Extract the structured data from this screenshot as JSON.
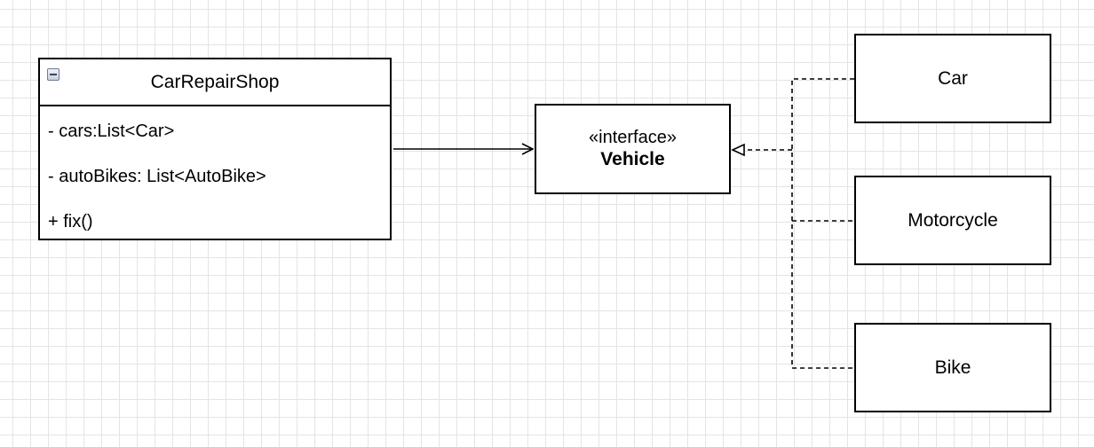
{
  "diagram": {
    "class": {
      "name": "CarRepairShop",
      "members": [
        "- cars:List<Car>",
        "- autoBikes: List<AutoBike>",
        "+ fix()"
      ]
    },
    "interface": {
      "stereotype": "«interface»",
      "name": "Vehicle"
    },
    "implementations": [
      "Car",
      "Motorcycle",
      "Bike"
    ],
    "relations": [
      {
        "from": "CarRepairShop",
        "to": "Vehicle",
        "type": "association"
      },
      {
        "from": "Car",
        "to": "Vehicle",
        "type": "realization"
      },
      {
        "from": "Motorcycle",
        "to": "Vehicle",
        "type": "realization"
      },
      {
        "from": "Bike",
        "to": "Vehicle",
        "type": "realization"
      }
    ]
  }
}
